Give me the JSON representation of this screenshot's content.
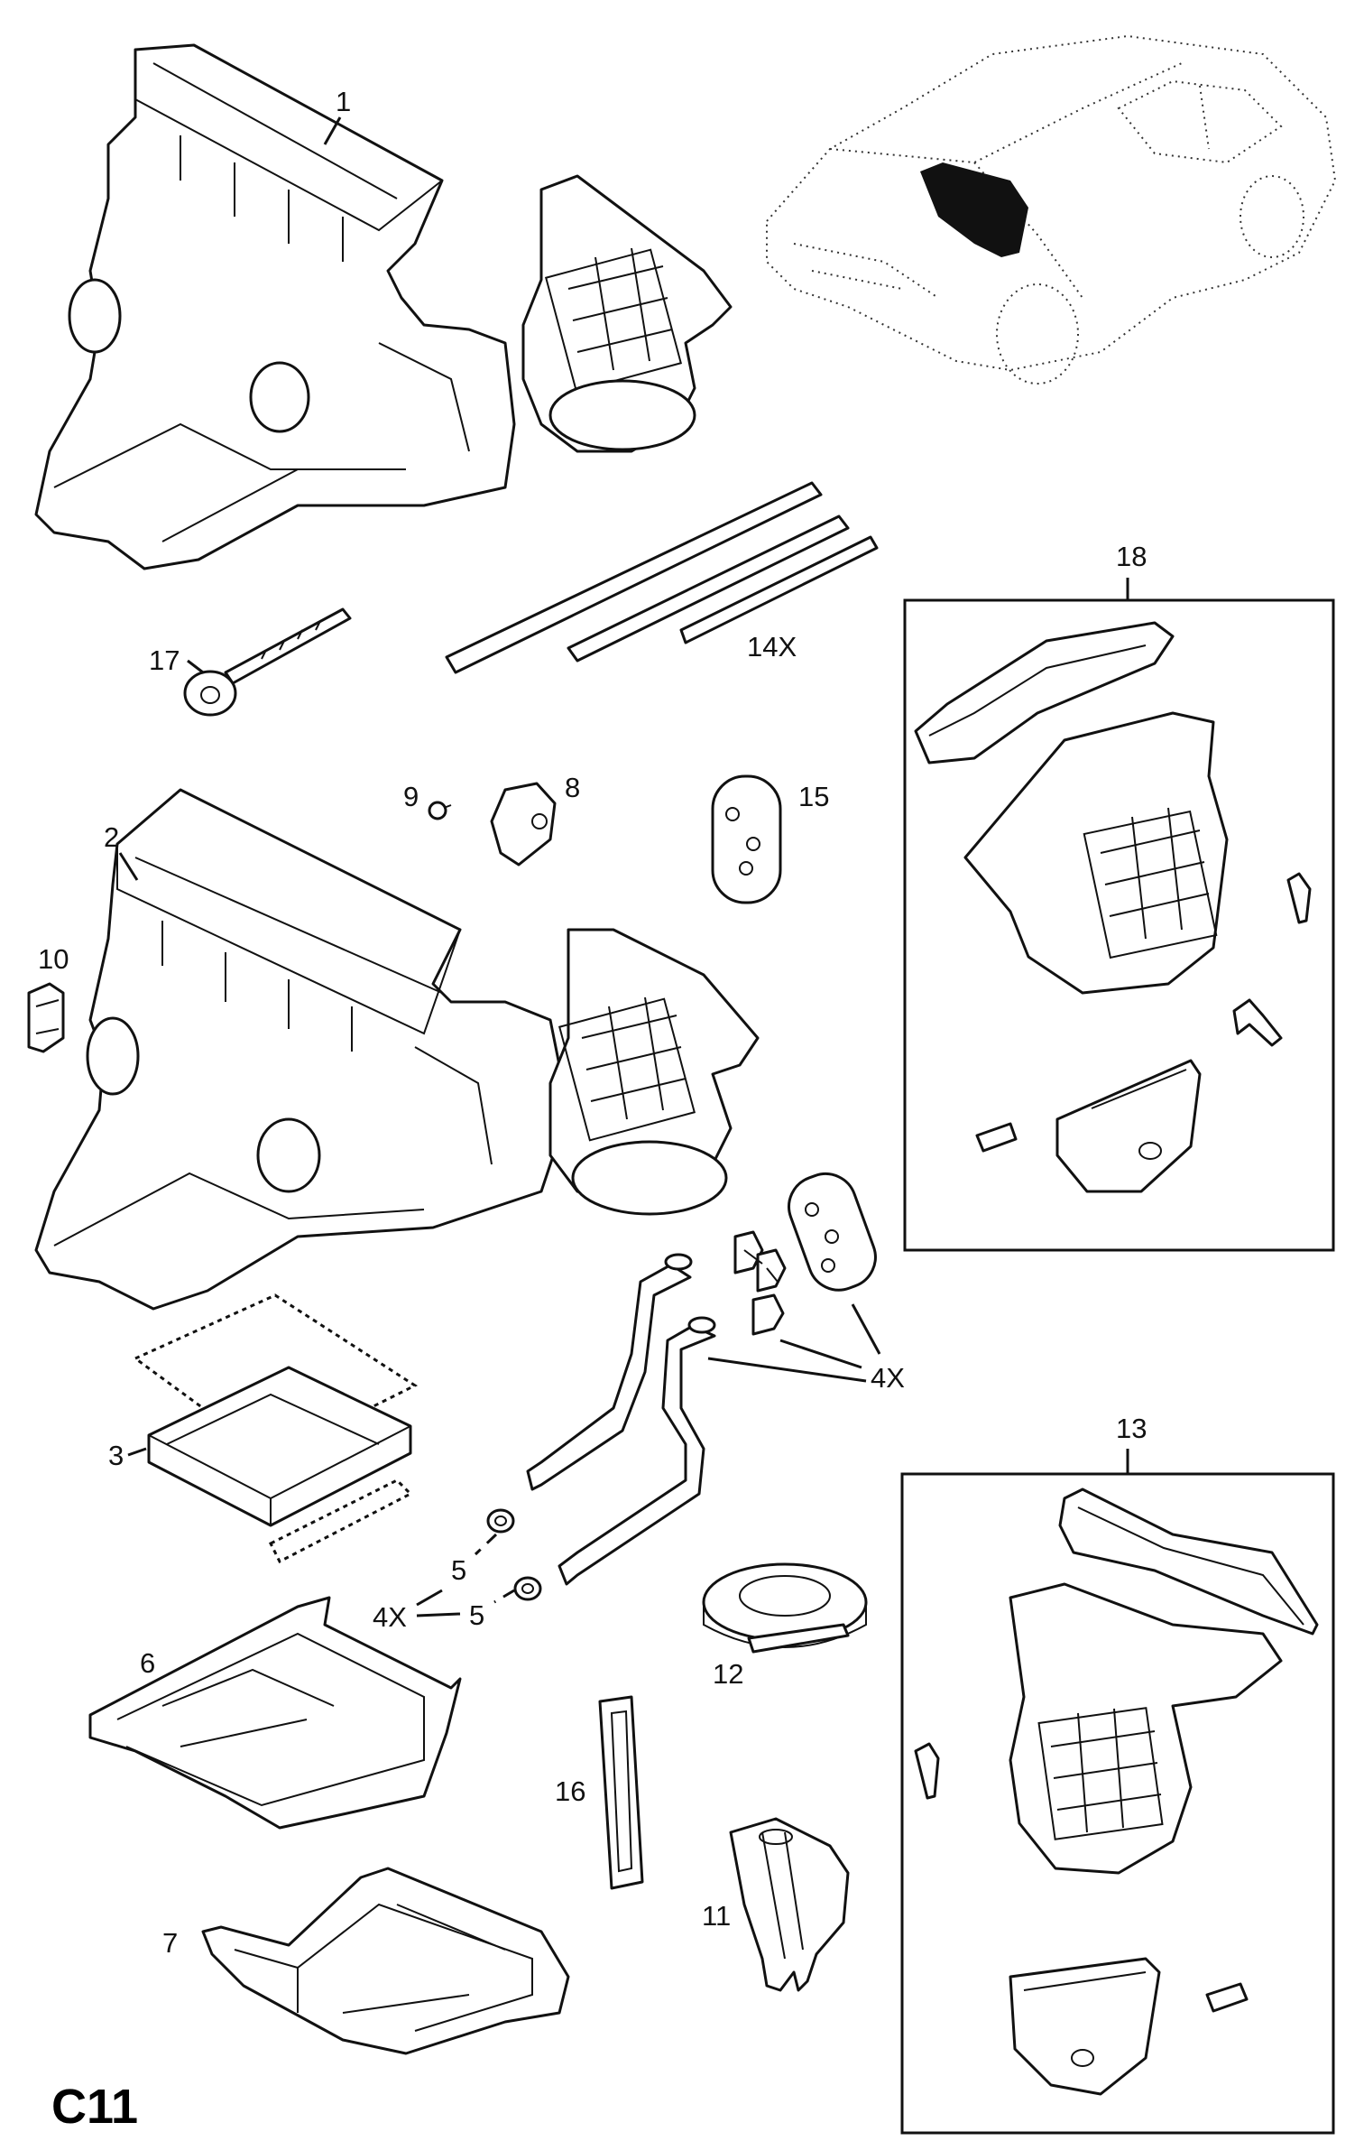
{
  "diagram": {
    "code": "C11",
    "callouts": {
      "c1": "1",
      "c2": "2",
      "c3": "3",
      "c4x_a": "4X",
      "c4x_b": "4X",
      "c5a": "5",
      "c5b": "5",
      "c6": "6",
      "c7": "7",
      "c8": "8",
      "c9": "9",
      "c10": "10",
      "c11": "11",
      "c12": "12",
      "c13": "13",
      "c14x": "14X",
      "c15": "15",
      "c16": "16",
      "c17": "17",
      "c18": "18"
    }
  }
}
